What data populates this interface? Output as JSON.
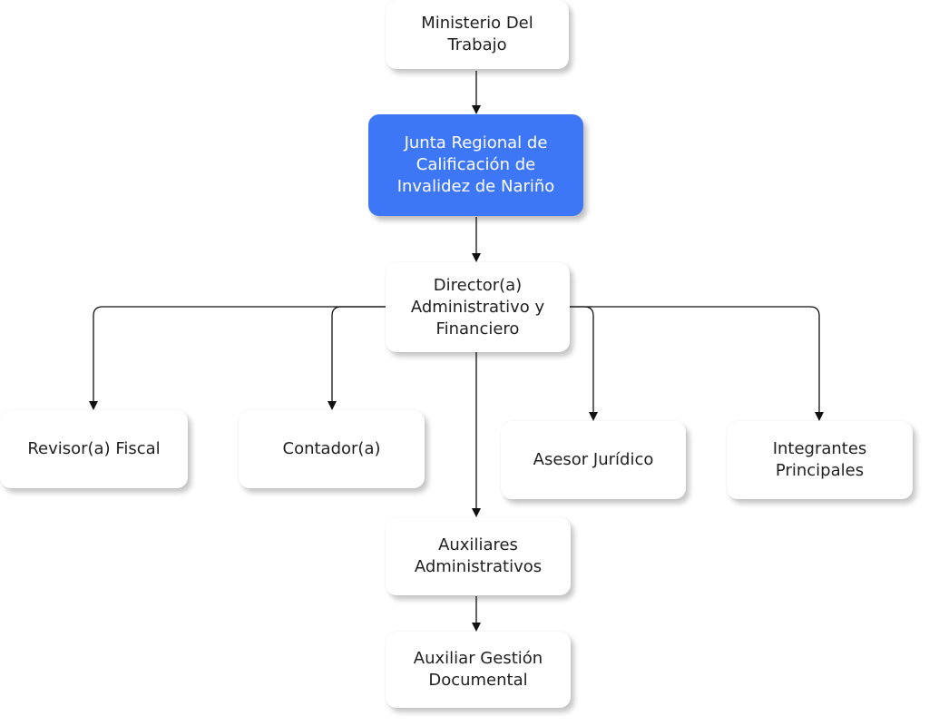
{
  "diagram": {
    "accent_color": "#3d77f5",
    "line_color": "#111111",
    "nodes": {
      "ministerio": "Ministerio Del\nTrabajo",
      "junta": "Junta Regional de\nCalificación de\nInvalidez de Nariño",
      "director": "Director(a)\nAdministrativo y\nFinanciero",
      "revisor": "Revisor(a) Fiscal",
      "contador": "Contador(a)",
      "asesor": "Asesor Jurídico",
      "integrantes": "Integrantes\nPrincipales",
      "auxiliares": "Auxiliares\nAdministrativos",
      "auxiliar_gestion": "Auxiliar Gestión\nDocumental"
    },
    "edges": [
      {
        "from": "ministerio",
        "to": "junta"
      },
      {
        "from": "junta",
        "to": "director"
      },
      {
        "from": "director",
        "to": "revisor"
      },
      {
        "from": "director",
        "to": "contador"
      },
      {
        "from": "director",
        "to": "asesor"
      },
      {
        "from": "director",
        "to": "integrantes"
      },
      {
        "from": "director",
        "to": "auxiliares"
      },
      {
        "from": "auxiliares",
        "to": "auxiliar_gestion"
      }
    ]
  }
}
